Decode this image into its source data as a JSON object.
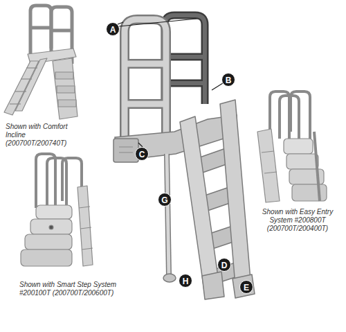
{
  "diagram": {
    "labels": [
      "A",
      "Shown with Comfort Incline (200700T/200740T)",
      "B",
      "C",
      "Shown with Easy Entry System #200800T (200700T/200400T)",
      "G",
      "D",
      "H",
      "Shown with Smart Step System #200100T (200700T/200600T)",
      "E"
    ]
  }
}
